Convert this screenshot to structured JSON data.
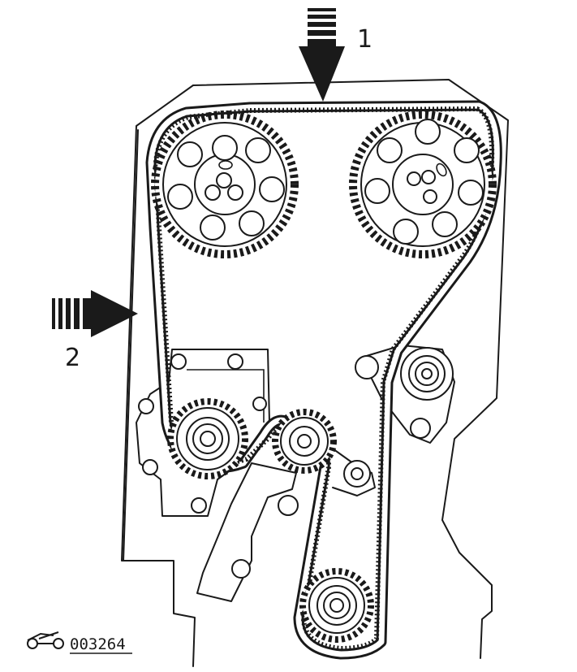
{
  "figure": {
    "callouts": [
      {
        "label": "1"
      },
      {
        "label": "2"
      }
    ],
    "catalog_number": "003264",
    "parts": {
      "engine_block": "engine-block-outline",
      "camshaft_sprockets": [
        "camshaft-sprocket-left",
        "camshaft-sprocket-right"
      ],
      "water_pump_pulley": "water-pump-pulley",
      "tensioner_pulley": "tensioner-pulley",
      "idler_pulley": "idler-pulley",
      "crankshaft_pulley": "crankshaft-pulley",
      "timing_belt": "timing-belt"
    },
    "colors": {
      "ink": "#1a1a1a",
      "paper": "#ffffff"
    },
    "icons": {
      "publisher_logo": "publisher-logo-icon"
    }
  }
}
